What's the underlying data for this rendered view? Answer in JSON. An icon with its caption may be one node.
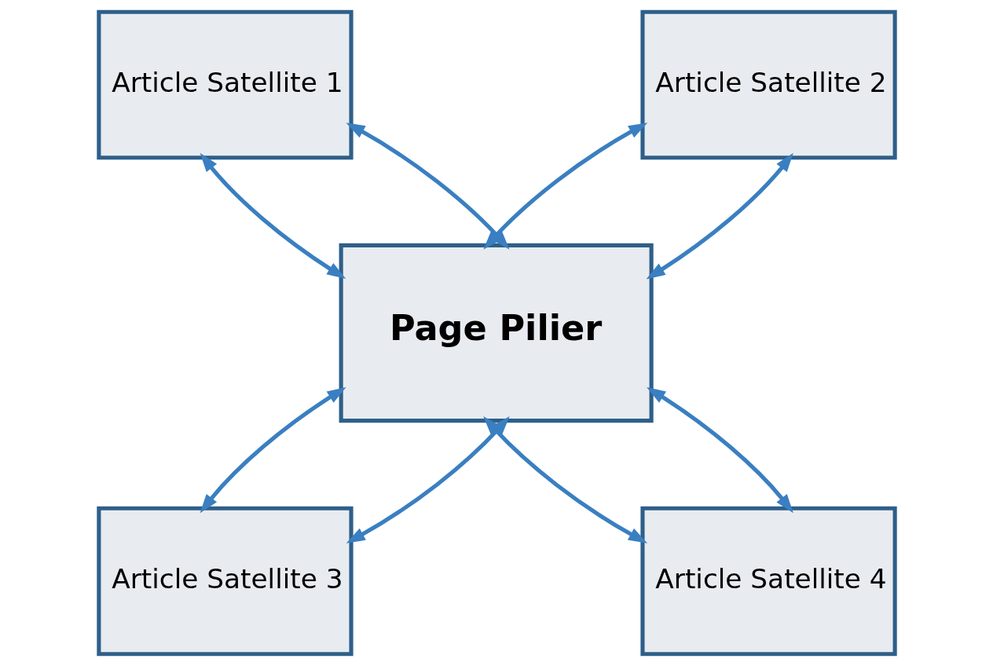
{
  "diagram": {
    "nodes": [
      {
        "text": [
          "Article Satellite 1"
        ]
      },
      {
        "text": [
          "Article Satellite 2"
        ]
      },
      {
        "text": [
          "Page Pilier"
        ]
      },
      {
        "text": [
          "Article Satellite 3"
        ]
      },
      {
        "text": [
          "Article Satellite 4"
        ]
      }
    ],
    "edges": [
      {
        "from": 0,
        "to": 2,
        "arrow": "both"
      },
      {
        "from": 0,
        "to": 2,
        "arrow": "both"
      },
      {
        "from": 1,
        "to": 2,
        "arrow": "both"
      },
      {
        "from": 1,
        "to": 2,
        "arrow": "both"
      },
      {
        "from": 2,
        "to": 3,
        "arrow": "both"
      },
      {
        "from": 2,
        "to": 3,
        "arrow": "both"
      },
      {
        "from": 2,
        "to": 4,
        "arrow": "both"
      },
      {
        "from": 2,
        "to": 4,
        "arrow": "both"
      }
    ]
  }
}
